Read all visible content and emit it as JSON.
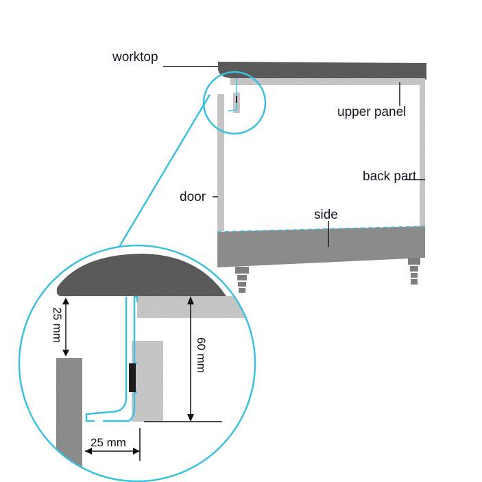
{
  "diagram": {
    "type": "technical cross-section",
    "labels": {
      "worktop": "worktop",
      "upper_panel": "upper panel",
      "back_part": "back part",
      "door": "door",
      "side": "side"
    },
    "dimensions": {
      "gap_vertical": "25 mm",
      "height": "60 mm",
      "gap_horizontal": "25 mm"
    },
    "colors": {
      "accent": "#3bbfe0",
      "worktop": "#5a5a5a",
      "panel_light": "#c6c6c6",
      "panel_dark": "#808080",
      "side": "#8e8e8e",
      "seal": "#1c1c1c",
      "text": "#1a1320"
    }
  }
}
